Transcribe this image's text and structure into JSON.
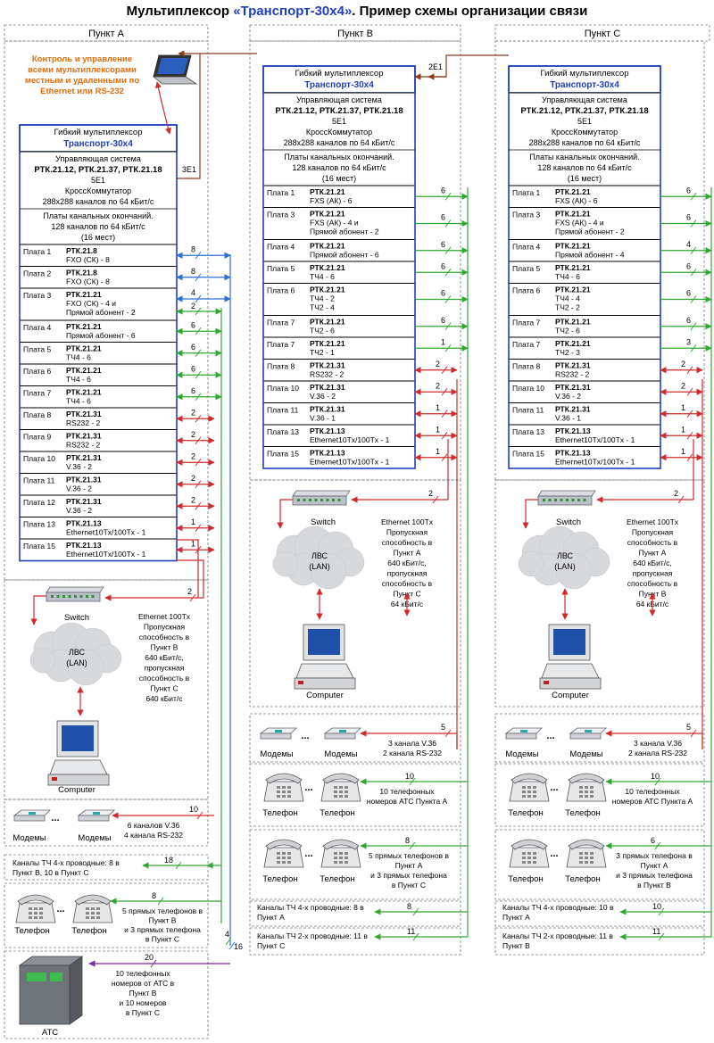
{
  "title": {
    "pre": "Мультиплексор ",
    "brand": "«Транспорт-30х4»",
    "post": ". Пример схемы организации связи"
  },
  "colors": {
    "blue": "#1f3fbf",
    "green": "#2fa82f",
    "red": "#d02a2a",
    "orange": "#e46c0a",
    "purple": "#7a2a9a",
    "linkBlue": "#2a6fd6",
    "brown": "#8b3a1a"
  },
  "common": {
    "mux_title": "Гибкий мультиплексор",
    "mux_brand": "Транспорт-30х4",
    "ctrl_title": "Управляющая система",
    "ctrl_models": "РТК.21.12, РТК.21.37, РТК.21.18",
    "e1": "5E1",
    "xc_title": "КроссКоммутатор",
    "xc_desc": "288х288 каналов по 64 кБит/с",
    "slots_title": "Платы канальных окончаний.",
    "slots_desc": "128 каналов по 64 кБит/с",
    "slots_count": "(16 мест)",
    "switch": "Switch",
    "lan1": "ЛВС",
    "lan2": "(LAN)",
    "computer": "Computer",
    "modem": "Модемы",
    "phone": "Телефон",
    "dots": "...",
    "ats": "АТС",
    "link_3e1": "3E1",
    "link_2e1": "2E1"
  },
  "control_note": "Контроль и управление всеми мультиплексорами местным и удаленными по Ethernet или RS-232",
  "sites": [
    {
      "header": "Пункт А",
      "boards": [
        {
          "slot": "Плата 1",
          "model": "РТК.21.8",
          "desc": [
            "FXO (СК) - 8"
          ],
          "n": "8",
          "c": "blue"
        },
        {
          "slot": "Плата 2",
          "model": "РТК.21.8",
          "desc": [
            "FXO (СК) - 8"
          ],
          "n": "8",
          "c": "blue"
        },
        {
          "slot": "Плата 3",
          "model": "РТК.21.21",
          "desc": [
            "FXO (СК) - 4 и",
            "Прямой абонент - 2"
          ],
          "n": "4",
          "n2": "2",
          "c": "blue",
          "c2": "green"
        },
        {
          "slot": "Плата 4",
          "model": "РТК.21.21",
          "desc": [
            "Прямой абонент - 6"
          ],
          "n": "6",
          "c": "green"
        },
        {
          "slot": "Плата 5",
          "model": "РТК.21.21",
          "desc": [
            "ТЧ4 - 6"
          ],
          "n": "6",
          "c": "green"
        },
        {
          "slot": "Плата 6",
          "model": "РТК.21.21",
          "desc": [
            "ТЧ4 - 6"
          ],
          "n": "6",
          "c": "green"
        },
        {
          "slot": "Плата 7",
          "model": "РТК.21.21",
          "desc": [
            "ТЧ4 - 6"
          ],
          "n": "6",
          "c": "green"
        },
        {
          "slot": "Плата 8",
          "model": "РТК.21.31",
          "desc": [
            "RS232 - 2"
          ],
          "n": "2",
          "c": "red"
        },
        {
          "slot": "Плата 9",
          "model": "РТК.21.31",
          "desc": [
            "RS232 - 2"
          ],
          "n": "2",
          "c": "red"
        },
        {
          "slot": "Плата 10",
          "model": "РТК.21.31",
          "desc": [
            "V.36 - 2"
          ],
          "n": "2",
          "c": "red"
        },
        {
          "slot": "Плата 11",
          "model": "РТК.21.31",
          "desc": [
            "V.36 - 2"
          ],
          "n": "2",
          "c": "red"
        },
        {
          "slot": "Плата 12",
          "model": "РТК.21.31",
          "desc": [
            "V.36 - 2"
          ],
          "n": "2",
          "c": "red"
        },
        {
          "slot": "Плата 13",
          "model": "РТК.21.13",
          "desc": [
            "Ethernet10Tx/100Tx - 1"
          ],
          "n": "1",
          "c": "red"
        },
        {
          "slot": "Плата 15",
          "model": "РТК.21.13",
          "desc": [
            "Ethernet10Tx/100Tx - 1"
          ],
          "n": "1",
          "c": "red"
        }
      ],
      "eth_note": [
        "Ethernet 100Tx",
        "Пропускная",
        "способность в",
        "Пункт В",
        "640 кБит/с,",
        "пропускная",
        "способность в",
        "Пункт С",
        "640 кБит/с"
      ],
      "switch_n": "2",
      "modem_n": "10",
      "modem_note": [
        "6 каналов V.36",
        "4 канала RS-232"
      ],
      "tch4_note": [
        "Каналы ТЧ 4-х проводные: 8 в",
        "Пункт В, 10 в Пункт С"
      ],
      "tch4_n": "18",
      "phones_n": "8",
      "phones_note": [
        "5 прямых телефонов в",
        "Пункт В",
        "и 3 прямых телефона",
        "в Пункт С"
      ],
      "ats_n": "20",
      "ats_note": [
        "10 телефонных",
        "номеров от АТС в",
        "Пункт В",
        "и 10 номеров",
        "в Пункт С"
      ],
      "bus_n1": "4",
      "bus_n2": "16"
    },
    {
      "header": "Пункт В",
      "boards": [
        {
          "slot": "Плата 1",
          "model": "РТК.21.21",
          "desc": [
            "FXS (АК) - 6"
          ],
          "n": "6",
          "c": "green"
        },
        {
          "slot": "Плата 3",
          "model": "РТК.21.21",
          "desc": [
            "FXS (АК) - 4 и",
            "Прямой абонент - 2"
          ],
          "n": "6",
          "c": "green"
        },
        {
          "slot": "Плата 4",
          "model": "РТК.21.21",
          "desc": [
            "Прямой абонент - 6"
          ],
          "n": "6",
          "c": "green"
        },
        {
          "slot": "Плата 5",
          "model": "РТК.21.21",
          "desc": [
            "ТЧ4 - 6"
          ],
          "n": "6",
          "c": "green"
        },
        {
          "slot": "Плата 6",
          "model": "РТК.21.21",
          "desc": [
            "ТЧ4 - 2",
            "ТЧ2 - 4"
          ],
          "n": "6",
          "c": "green"
        },
        {
          "slot": "Плата 7",
          "model": "РТК.21.21",
          "desc": [
            "ТЧ2 - 6"
          ],
          "n": "6",
          "c": "green"
        },
        {
          "slot": "Плата 7",
          "model": "РТК.21.21",
          "desc": [
            "ТЧ2 - 1"
          ],
          "n": "1",
          "c": "green"
        },
        {
          "slot": "Плата 8",
          "model": "РТК.21.31",
          "desc": [
            "RS232 - 2"
          ],
          "n": "2",
          "c": "red"
        },
        {
          "slot": "Плата 10",
          "model": "РТК.21.31",
          "desc": [
            "V.36 - 2"
          ],
          "n": "2",
          "c": "red"
        },
        {
          "slot": "Плата 11",
          "model": "РТК.21.31",
          "desc": [
            "V.36 - 1"
          ],
          "n": "1",
          "c": "red"
        },
        {
          "slot": "Плата 13",
          "model": "РТК.21.13",
          "desc": [
            "Ethernet10Tx/100Tx - 1"
          ],
          "n": "1",
          "c": "red"
        },
        {
          "slot": "Плата 15",
          "model": "РТК.21.13",
          "desc": [
            "Ethernet10Tx/100Tx - 1"
          ],
          "n": "1",
          "c": "red"
        }
      ],
      "eth_note": [
        "Ethernet 100Tx",
        "Пропускная",
        "способность в",
        "Пункт А",
        "640 кБит/с,",
        "пропускная",
        "способность в",
        "Пункт С",
        "64 кБит/с"
      ],
      "switch_n": "2",
      "modem_n": "5",
      "modem_note": [
        "3 канала V.36",
        "2 канала RS-232"
      ],
      "phones1_n": "10",
      "phones1_note": [
        "10 телефонных",
        "номеров АТС Пункта А"
      ],
      "phones2_n": "8",
      "phones2_note": [
        "5 прямых телефонов в",
        "Пункт А",
        "и 3 прямых телефона",
        "в Пункт С"
      ],
      "tch4_note": [
        "Каналы ТЧ 4-х проводные: 8 в",
        "Пункт А"
      ],
      "tch4_n": "8",
      "tch2_note": [
        "Каналы ТЧ 2-х проводные: 11 в",
        "Пункт С"
      ],
      "tch2_n": "11"
    },
    {
      "header": "Пункт С",
      "boards": [
        {
          "slot": "Плата 1",
          "model": "РТК.21.21",
          "desc": [
            "FXS (АК) - 6"
          ],
          "n": "6",
          "c": "green"
        },
        {
          "slot": "Плата 3",
          "model": "РТК.21.21",
          "desc": [
            "FXS (АК) - 4 и",
            "Прямой абонент - 2"
          ],
          "n": "6",
          "c": "green"
        },
        {
          "slot": "Плата 4",
          "model": "РТК.21.21",
          "desc": [
            "Прямой абонент - 4"
          ],
          "n": "4",
          "c": "green"
        },
        {
          "slot": "Плата 5",
          "model": "РТК.21.21",
          "desc": [
            "ТЧ4 - 6"
          ],
          "n": "6",
          "c": "green"
        },
        {
          "slot": "Плата 6",
          "model": "РТК.21.21",
          "desc": [
            "ТЧ4 - 4",
            "ТЧ2 - 2"
          ],
          "n": "6",
          "c": "green"
        },
        {
          "slot": "Плата 7",
          "model": "РТК.21.21",
          "desc": [
            "ТЧ2 - 6"
          ],
          "n": "6",
          "c": "green"
        },
        {
          "slot": "Плата 7",
          "model": "РТК.21.21",
          "desc": [
            "ТЧ2 - 3"
          ],
          "n": "3",
          "c": "green"
        },
        {
          "slot": "Плата 8",
          "model": "РТК.21.31",
          "desc": [
            "RS232 - 2"
          ],
          "n": "2",
          "c": "red"
        },
        {
          "slot": "Плата 10",
          "model": "РТК.21.31",
          "desc": [
            "V.36 - 2"
          ],
          "n": "2",
          "c": "red"
        },
        {
          "slot": "Плата 11",
          "model": "РТК.21.31",
          "desc": [
            "V.36 - 1"
          ],
          "n": "1",
          "c": "red"
        },
        {
          "slot": "Плата 13",
          "model": "РТК.21.13",
          "desc": [
            "Ethernet10Tx/100Tx - 1"
          ],
          "n": "1",
          "c": "red"
        },
        {
          "slot": "Плата 15",
          "model": "РТК.21.13",
          "desc": [
            "Ethernet10Tx/100Tx - 1"
          ],
          "n": "1",
          "c": "red"
        }
      ],
      "eth_note": [
        "Ethernet 100Tx",
        "Пропускная",
        "способность в",
        "Пункт А",
        "640 кБит/с,",
        "пропускная",
        "способность в",
        "Пункт В",
        "64 кБит/с"
      ],
      "switch_n": "2",
      "modem_n": "5",
      "modem_note": [
        "3 канала V.36",
        "2 канала RS-232"
      ],
      "phones1_n": "10",
      "phones1_note": [
        "10 телефонных",
        "номеров АТС Пункта А"
      ],
      "phones2_n": "6",
      "phones2_note": [
        "3 прямых телефона в",
        "Пункт А",
        "и 3 прямых телефона",
        "в Пункт В"
      ],
      "tch4_note": [
        "Каналы ТЧ 4-х проводные: 10 в",
        "Пункт А"
      ],
      "tch4_n": "10",
      "tch2_note": [
        "Каналы ТЧ 2-х проводные: 11 в",
        "Пункт В"
      ],
      "tch2_n": "11"
    }
  ]
}
